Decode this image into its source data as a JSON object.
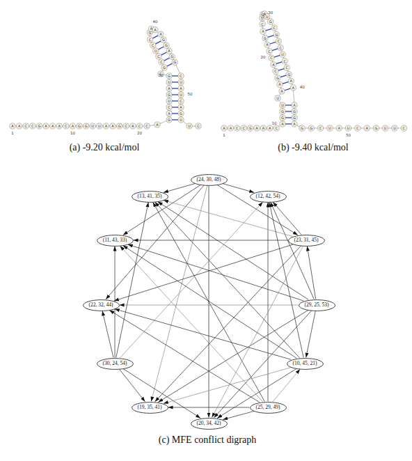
{
  "diagram": {
    "nodes": [
      {
        "text": [
          "(24, 30, 48)"
        ]
      },
      {
        "text": [
          "(12, 42, 54)"
        ]
      },
      {
        "text": [
          "(23, 31, 45)"
        ]
      },
      {
        "text": [
          "(29, 25, 53)"
        ]
      },
      {
        "text": [
          "(10, 45, 21)"
        ]
      },
      {
        "text": [
          "(25, 29, 49)"
        ]
      },
      {
        "text": [
          "(20, 34, 42)"
        ]
      },
      {
        "text": [
          "(19, 35, 41)"
        ]
      },
      {
        "text": [
          "(30, 24, 54)"
        ]
      },
      {
        "text": [
          "(22, 32, 44)"
        ]
      },
      {
        "text": [
          "(11, 43, 33)"
        ]
      },
      {
        "text": [
          "(13, 41, 35)"
        ]
      }
    ],
    "edges": [
      {
        "from": 0,
        "to": 11,
        "arrow": "to"
      },
      {
        "from": 0,
        "to": 1,
        "arrow": "to"
      },
      {
        "from": 0,
        "to": 10,
        "arrow": "to"
      },
      {
        "from": 0,
        "to": 9,
        "arrow": "to"
      },
      {
        "from": 0,
        "to": 7,
        "arrow": "to"
      },
      {
        "from": 0,
        "to": 6,
        "arrow": "to"
      },
      {
        "from": 3,
        "to": 11,
        "arrow": "to"
      },
      {
        "from": 3,
        "to": 1,
        "arrow": "to"
      },
      {
        "from": 3,
        "to": 10,
        "arrow": "to"
      },
      {
        "from": 3,
        "to": 9,
        "arrow": "to"
      },
      {
        "from": 3,
        "to": 7,
        "arrow": "to"
      },
      {
        "from": 3,
        "to": 6,
        "arrow": "to"
      },
      {
        "from": 5,
        "to": 11,
        "arrow": "to"
      },
      {
        "from": 5,
        "to": 1,
        "arrow": "to"
      },
      {
        "from": 5,
        "to": 10,
        "arrow": "to"
      },
      {
        "from": 5,
        "to": 9,
        "arrow": "to"
      },
      {
        "from": 5,
        "to": 7,
        "arrow": "to"
      },
      {
        "from": 5,
        "to": 6,
        "arrow": "to"
      },
      {
        "from": 8,
        "to": 11,
        "arrow": "to"
      },
      {
        "from": 8,
        "to": 1,
        "arrow": "to"
      },
      {
        "from": 8,
        "to": 10,
        "arrow": "to"
      },
      {
        "from": 8,
        "to": 9,
        "arrow": "to"
      },
      {
        "from": 8,
        "to": 7,
        "arrow": "to"
      },
      {
        "from": 8,
        "to": 6,
        "arrow": "to"
      },
      {
        "from": 2,
        "to": 11,
        "arrow": "to"
      },
      {
        "from": 2,
        "to": 1,
        "arrow": "to"
      },
      {
        "from": 2,
        "to": 10,
        "arrow": "to"
      },
      {
        "from": 2,
        "to": 9,
        "arrow": "to"
      },
      {
        "from": 2,
        "to": 7,
        "arrow": "to"
      },
      {
        "from": 2,
        "to": 6,
        "arrow": "to"
      },
      {
        "from": 4,
        "to": 11,
        "arrow": "to"
      },
      {
        "from": 4,
        "to": 1,
        "arrow": "to"
      },
      {
        "from": 4,
        "to": 10,
        "arrow": "to"
      },
      {
        "from": 4,
        "to": 9,
        "arrow": "to"
      },
      {
        "from": 4,
        "to": 7,
        "arrow": "to"
      },
      {
        "from": 4,
        "to": 6,
        "arrow": "to"
      },
      {
        "from": 0,
        "to": 2,
        "arrow": "to"
      },
      {
        "from": 3,
        "to": 2,
        "arrow": "to"
      },
      {
        "from": 3,
        "to": 4,
        "arrow": "to"
      },
      {
        "from": 5,
        "to": 4,
        "arrow": "to"
      }
    ],
    "labels": [
      "A",
      "A",
      "C",
      "C",
      "G",
      "A",
      "A",
      "A",
      "C",
      "A",
      "G",
      "G",
      "U",
      "U",
      "A",
      "A",
      "G",
      "C",
      "A",
      "C",
      "C",
      "A",
      "G",
      "A",
      "C",
      "U",
      "G",
      "A",
      "U",
      "G",
      "C",
      "G",
      "C",
      "C",
      "U",
      "C",
      "C",
      "G",
      "A",
      "A",
      "A",
      "G",
      "G",
      "A",
      "G",
      "G",
      "C",
      "U",
      "A",
      "U",
      "C",
      "A",
      "G",
      "U",
      "U",
      "C",
      "A",
      "A",
      "C",
      "C",
      "G",
      "A",
      "A",
      "A",
      "C",
      "A",
      "G",
      "G",
      "U",
      "U",
      "A",
      "A",
      "G",
      "C",
      "A",
      "C",
      "C",
      "A",
      "G",
      "A",
      "C",
      "U",
      "G",
      "A",
      "U",
      "G",
      "C",
      "G",
      "C",
      "C",
      "U",
      "C",
      "C",
      "G",
      "A",
      "A",
      "A",
      "G",
      "G",
      "A",
      "G",
      "G",
      "C",
      "U",
      "A",
      "U",
      "C",
      "A",
      "G",
      "U",
      "U",
      "C",
      "1",
      "10",
      "20",
      "30",
      "40",
      "50",
      "1",
      "10",
      "20",
      "30",
      "40",
      "50",
      "(a) -9.20 kcal/mol",
      "(b) -9.40 kcal/mol",
      "(c) MFE conflict digraph"
    ]
  }
}
